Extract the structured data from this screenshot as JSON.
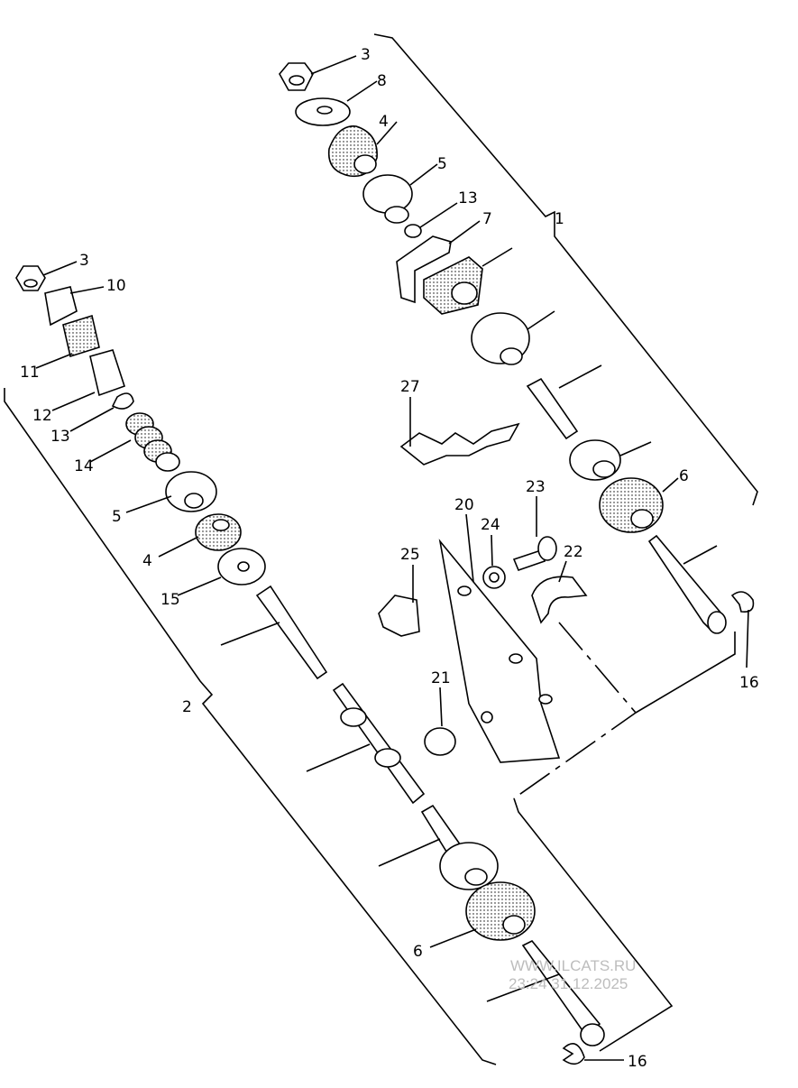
{
  "diagram": {
    "callouts": [
      "3",
      "8",
      "4",
      "5",
      "13",
      "7",
      "1",
      "3",
      "10",
      "11",
      "12",
      "13",
      "14",
      "5",
      "4",
      "15",
      "27",
      "20",
      "23",
      "24",
      "22",
      "25",
      "6",
      "21",
      "16",
      "2",
      "6",
      "16"
    ],
    "watermark": {
      "line1": "WWW.ILCATS.RU",
      "line2": "23:24 31.12.2025"
    }
  }
}
